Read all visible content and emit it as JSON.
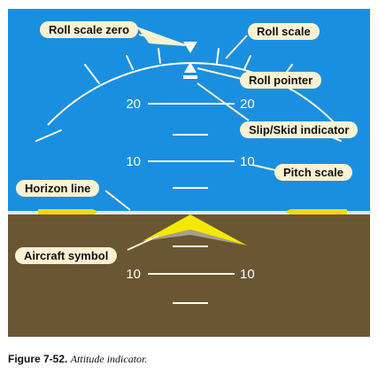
{
  "labels": {
    "roll_scale_zero": "Roll scale zero",
    "roll_scale": "Roll scale",
    "roll_pointer": "Roll pointer",
    "slip_skid_indicator": "Slip/Skid indicator",
    "pitch_scale": "Pitch scale",
    "horizon_line": "Horizon line",
    "aircraft_symbol": "Aircraft symbol"
  },
  "pitch_scale": {
    "up_20": "20",
    "up_10": "10",
    "down_10": "10"
  },
  "caption": {
    "label": "Figure 7-52.",
    "text": "Attitude indicator."
  },
  "colors": {
    "sky": "#1a8fe0",
    "ground": "#6b5633",
    "callout_fill": "#fdf2d2",
    "aircraft_symbol": "#f5e800",
    "horizon_marker": "#f2d91a"
  }
}
